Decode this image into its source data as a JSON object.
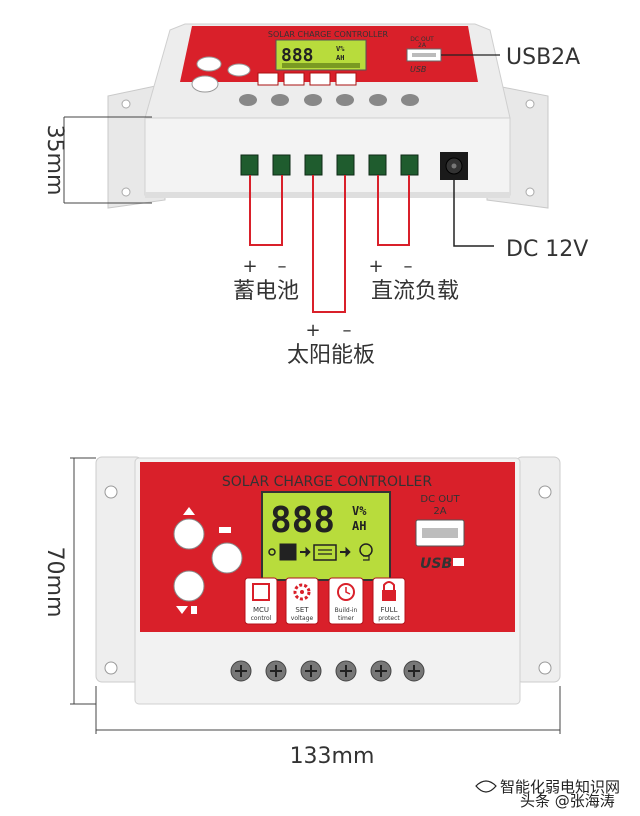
{
  "top_view": {
    "panel_title": "SOLAR CHARGE CONTROLLER",
    "lcd_digits": "888",
    "lcd_unit_top": "V%",
    "lcd_unit_bottom": "AH",
    "usb_caption_line1": "DC OUT",
    "usb_caption_line2": "2A",
    "usb_logo": "USB",
    "usb_callout": "USB2A",
    "dc_callout": "DC 12V",
    "height_dim": "35mm",
    "battery_plus": "+",
    "battery_minus": "–",
    "battery_label": "蓄电池",
    "load_plus": "+",
    "load_minus": "–",
    "load_label": "直流负载",
    "solar_plus": "+",
    "solar_minus": "–",
    "solar_label": "太阳能板"
  },
  "front_view": {
    "panel_title": "SOLAR CHARGE CONTROLLER",
    "lcd_digits": "888",
    "lcd_unit_top": "V%",
    "lcd_unit_bottom": "AH",
    "usb_caption_line1": "DC OUT",
    "usb_caption_line2": "2A",
    "usb_logo": "USB",
    "feature_badges": [
      {
        "line1": "MCU",
        "line2": "control",
        "icon": "chip-icon"
      },
      {
        "line1": "SET",
        "line2": "voltage",
        "icon": "gear-icon"
      },
      {
        "line1": "Build-in",
        "line2": "timer",
        "icon": "clock-icon"
      },
      {
        "line1": "FULL",
        "line2": "protect",
        "icon": "lock-icon"
      }
    ],
    "height_dim": "70mm",
    "width_dim": "133mm"
  },
  "colors": {
    "panel_red": "#d9202a",
    "housing": "#eeeeee",
    "lcd_green": "#b8dc3c",
    "terminal_green": "#1f5c2e"
  },
  "watermark": {
    "line1": "智能化弱电知识网",
    "line2": "头条 @张海涛"
  }
}
